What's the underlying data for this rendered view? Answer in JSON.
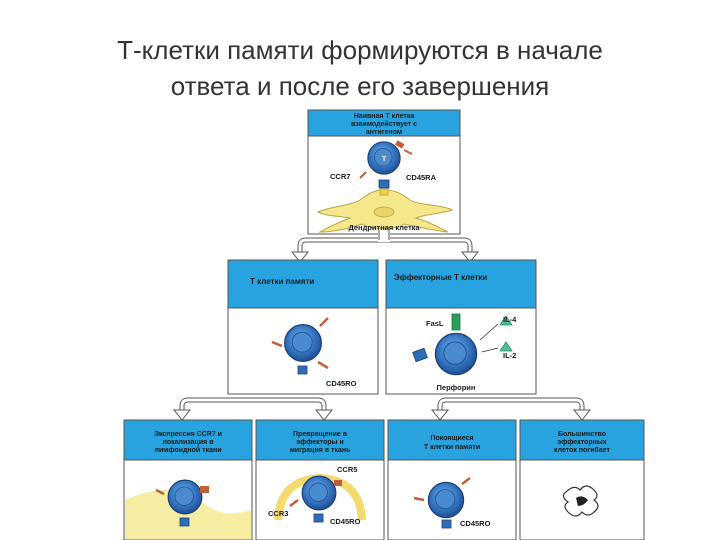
{
  "title": {
    "line1": "Т-клетки памяти формируются в начале",
    "line2": "ответа и после его завершения"
  },
  "top_box": {
    "header_line1": "Наивная Т клетка",
    "header_line2": "взаимодействует с",
    "header_line3": "антигеном",
    "cell_label": "T",
    "ccr7": "CCR7",
    "cd45ra": "CD45RA",
    "dendritic": "Дендритная клетка"
  },
  "memory_box": {
    "header": "Т клетки памяти",
    "cd45ro": "CD45RO"
  },
  "effector_box": {
    "header": "Эффекторные Т клетки",
    "fasl": "FasL",
    "il4": "IL-4",
    "il2": "IL-2",
    "perforin": "Перфорин"
  },
  "bottom_boxes": [
    {
      "line1": "Экспрессия CCR7 и",
      "line2": "локализация в",
      "line3": "лимфоидной ткани"
    },
    {
      "line1": "Превращение в",
      "line2": "эффекторы и",
      "line3": "миграция в ткань",
      "ccr5": "CCR5",
      "ccr3": "CCR3",
      "cd45ro": "CD45RO"
    },
    {
      "line1": "Покоящиеся",
      "line2": "Т клетки памяти",
      "cd45ro": "CD45RO"
    },
    {
      "line1": "Большинство",
      "line2": "эффекторных",
      "line3": "клеток погибает"
    }
  ],
  "colors": {
    "header_fill": "#29a3df",
    "cell_fill": "#2f6db8",
    "cell_center": "#5b9bd8",
    "cell_edge": "#1a3f7a",
    "receptor": "#c0603a",
    "dendritic": "#f5e88c",
    "arrow": "#ffffff"
  }
}
